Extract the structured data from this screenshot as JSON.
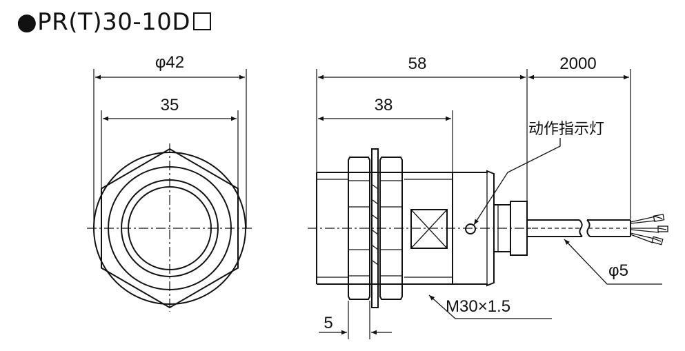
{
  "title": {
    "text": "●PR(T)30-10D"
  },
  "dimensions": {
    "outer_diameter": "φ42",
    "hex_width": "35",
    "body_length": "58",
    "cable_length": "2000",
    "thread_length": "38",
    "nut_width": "5",
    "cable_diameter": "φ5"
  },
  "labels": {
    "indicator": "动作指示灯",
    "thread": "M30×1.5"
  },
  "colors": {
    "line": "#111111",
    "background": "#ffffff"
  }
}
